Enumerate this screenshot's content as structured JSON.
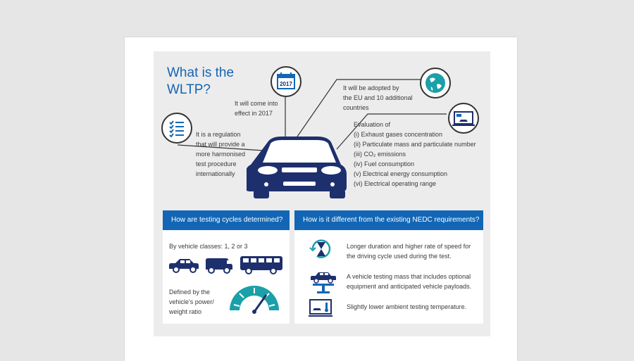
{
  "title": "What is the WLTP?",
  "year_icon_label": "2017",
  "callouts": {
    "regulation": [
      "It is a regulation",
      "that will provide a",
      "more harmonised",
      "test procedure",
      "internationally"
    ],
    "effect": [
      "It will come into",
      "effect in 2017"
    ],
    "adoption": [
      "It will be adopted by",
      "the EU and 10 additional",
      "countries"
    ],
    "evaluation_heading": "Evaluation of",
    "evaluation_items": [
      "(i)   Exhaust gases concentration",
      "(ii)  Particulate mass and particulate number",
      "(iii) CO₂ emissions",
      "(iv) Fuel consumption",
      "(v)  Electrical energy consumption",
      "(vi) Electrical operating range"
    ]
  },
  "left_box": {
    "header": "How are testing cycles determined?",
    "classes_text": "By vehicle classes: 1, 2 or 3",
    "defined_by": [
      "Defined by the",
      "vehicle's power/",
      "weight ratio"
    ]
  },
  "right_box": {
    "header": "How is it different from the existing NEDC requirements?",
    "items": [
      [
        "Longer duration and higher rate of speed for",
        "the driving cycle used during the test."
      ],
      [
        "A vehicle testing mass that includes optional",
        "equipment and anticipated vehicle payloads."
      ],
      [
        "Slightly lower ambient testing temperature."
      ]
    ]
  },
  "colors": {
    "brand_blue": "#1266b5",
    "navy": "#1e2f6e",
    "teal": "#1aa0a8"
  }
}
